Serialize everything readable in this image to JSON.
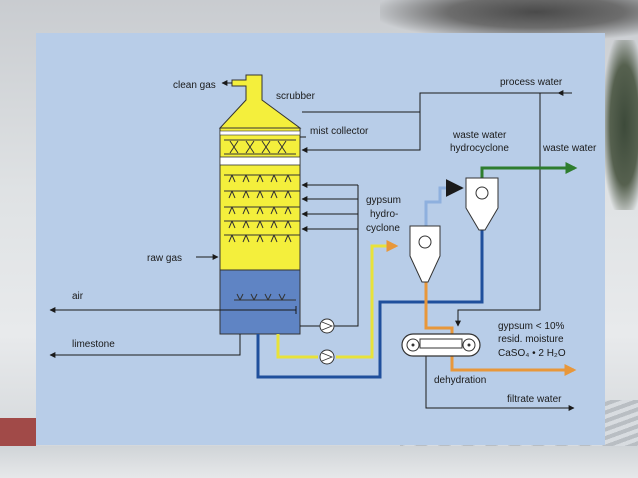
{
  "labels": {
    "clean_gas": "clean gas",
    "scrubber": "scrubber",
    "mist_collector": "mist collector",
    "process_water": "process water",
    "waste_water_hydrocyclone_1": "waste water",
    "waste_water_hydrocyclone_2": "hydrocyclone",
    "waste_water": "waste water",
    "gypsum_hydrocyclone_1": "gypsum",
    "gypsum_hydrocyclone_2": "hydro-",
    "gypsum_hydrocyclone_3": "cyclone",
    "raw_gas": "raw gas",
    "air": "air",
    "limestone": "limestone",
    "gypsum_spec_1": "gypsum < 10%",
    "gypsum_spec_2": "resid. moisture",
    "gypsum_spec_3": "CaSO₄ • 2 H₂O",
    "dehydration": "dehydration",
    "filtrate_water": "filtrate water"
  },
  "colors": {
    "panel": "#b8cde8",
    "scrubber_yellow": "#f4ef3c",
    "slurry_blue": "#5f84c4",
    "line_yellow": "#e8e23a",
    "line_blue": "#1f4f9c",
    "line_green": "#2e7d2e",
    "line_orange": "#e8973a",
    "line_lightblue": "#8eb0de"
  }
}
